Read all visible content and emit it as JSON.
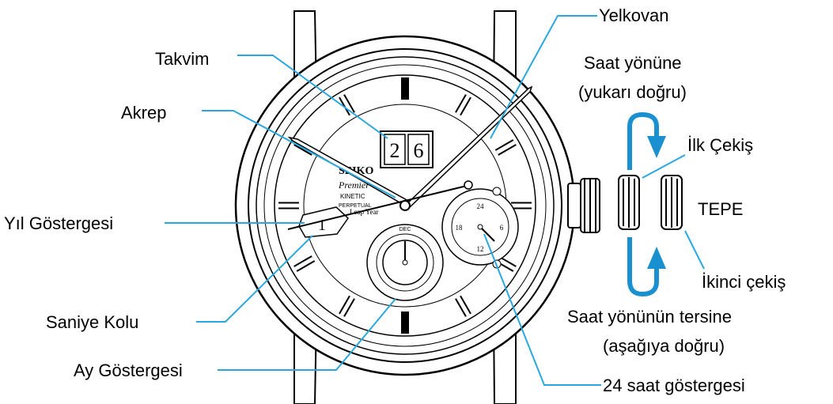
{
  "labels": {
    "minute_hand": "Yelkovan",
    "calendar": "Takvim",
    "hour_hand": "Akrep",
    "year_indicator": "Yıl Göstergesi",
    "second_hand": "Saniye Kolu",
    "month_indicator": "Ay Göstergesi",
    "hour24_indicator": "24 saat göstergesi",
    "clockwise_line1": "Saat yönüne",
    "clockwise_line2": "(yukarı doğru)",
    "first_pull": "İlk Çekiş",
    "crown": "TEPE",
    "second_pull": "İkinci çekiş",
    "counterclockwise_line1": "Saat yönünün tersine",
    "counterclockwise_line2": "(aşağıya doğru)"
  },
  "dial": {
    "date_digit_1": "2",
    "date_digit_2": "6",
    "brand": "SEIKO",
    "line2": "Premier",
    "line3": "KINETIC",
    "line4": "PERPETUAL",
    "leap_label": "Leap Year",
    "year_digit": "1",
    "sub_month_label": "DEC",
    "sub24_top": "24",
    "sub24_bottom": "12",
    "sub24_left": "18",
    "sub24_right": "6"
  },
  "colors": {
    "leader": "#29a8df",
    "arrow": "#1a90d0",
    "ink": "#000000"
  }
}
